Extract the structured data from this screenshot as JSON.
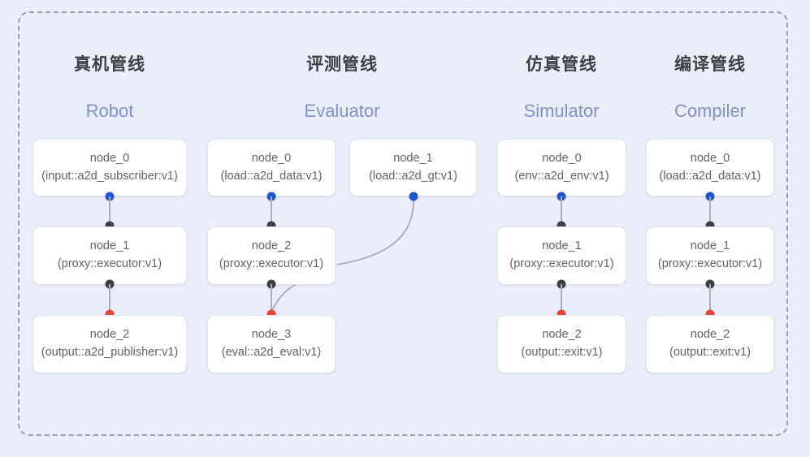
{
  "diagram": {
    "title_cn_note": "",
    "background_color": "#eaeefb",
    "frame_border_color": "#9aa0ad",
    "colors": {
      "port_out": "#1a56d6",
      "port_in": "#3c4043",
      "port_terminal": "#ea4335",
      "edge": "#aab0bb",
      "title_cn": "#3c4043",
      "title_en": "#8091c9",
      "node_text": "#5f6368",
      "node_border": "#dfe3ea"
    }
  },
  "columns": [
    {
      "id": "robot",
      "title_cn": "真机管线",
      "title_en": "Robot",
      "nodes": [
        {
          "name": "node_0",
          "spec": "(input::a2d_subscriber:v1)"
        },
        {
          "name": "node_1",
          "spec": "(proxy::executor:v1)"
        },
        {
          "name": "node_2",
          "spec": "(output::a2d_publisher:v1)"
        }
      ]
    },
    {
      "id": "evaluator",
      "title_cn": "评测管线",
      "title_en": "Evaluator",
      "nodes": [
        {
          "name": "node_0",
          "spec": "(load::a2d_data:v1)"
        },
        {
          "name": "node_1",
          "spec": "(load::a2d_gt:v1)"
        },
        {
          "name": "node_2",
          "spec": "(proxy::executor:v1)"
        },
        {
          "name": "node_3",
          "spec": "(eval::a2d_eval:v1)"
        }
      ]
    },
    {
      "id": "simulator",
      "title_cn": "仿真管线",
      "title_en": "Simulator",
      "nodes": [
        {
          "name": "node_0",
          "spec": "(env::a2d_env:v1)"
        },
        {
          "name": "node_1",
          "spec": "(proxy::executor:v1)"
        },
        {
          "name": "node_2",
          "spec": "(output::exit:v1)"
        }
      ]
    },
    {
      "id": "compiler",
      "title_cn": "编译管线",
      "title_en": "Compiler",
      "nodes": [
        {
          "name": "node_0",
          "spec": "(load::a2d_data:v1)"
        },
        {
          "name": "node_1",
          "spec": "(proxy::executor:v1)"
        },
        {
          "name": "node_2",
          "spec": "(output::exit:v1)"
        }
      ]
    }
  ]
}
